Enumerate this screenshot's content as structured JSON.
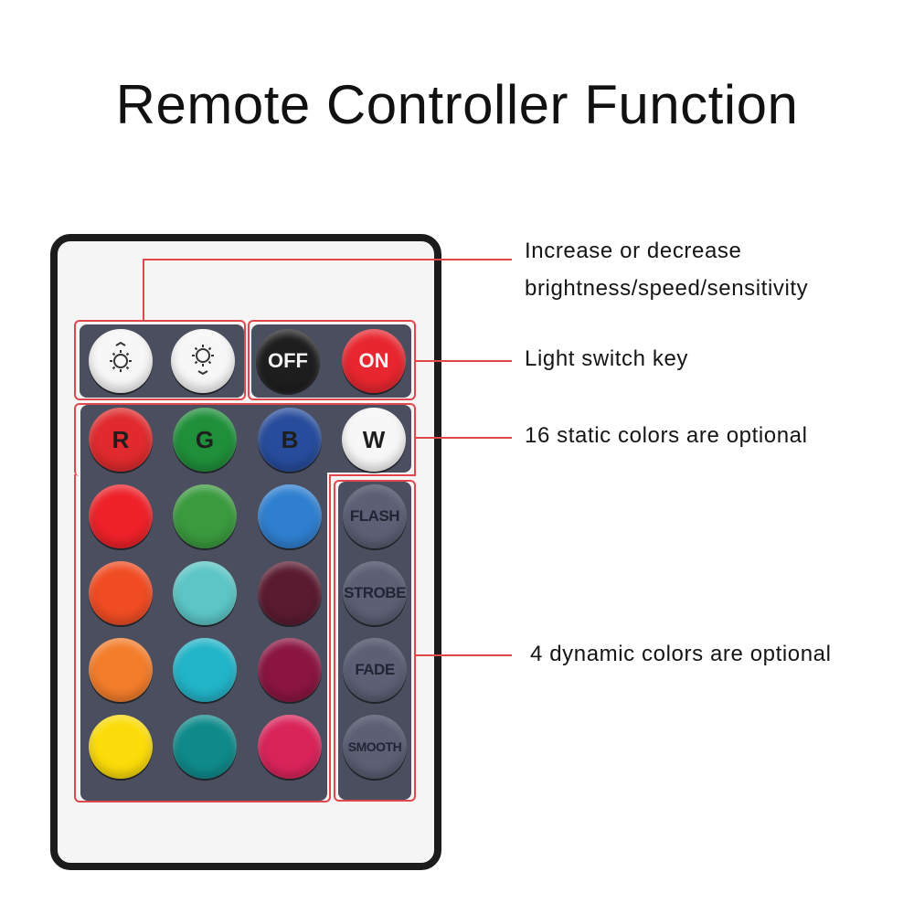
{
  "title": "Remote Controller Function",
  "brightness_buttons": [
    {
      "name": "brightness-down-icon",
      "direction": "up-arrows-above"
    },
    {
      "name": "brightness-up-icon",
      "direction": "down-arrows-below"
    }
  ],
  "switch_buttons": [
    {
      "label": "OFF",
      "color": "#1e1e1e"
    },
    {
      "label": "ON",
      "color": "#e8262f"
    }
  ],
  "letter_buttons": [
    {
      "label": "R",
      "color": "#e02a2d"
    },
    {
      "label": "G",
      "color": "#1f8f3a"
    },
    {
      "label": "B",
      "color": "#274c9c"
    },
    {
      "label": "W",
      "color": "#f7f7f7"
    }
  ],
  "color_buttons": [
    "#ee2129",
    "#3a9a3e",
    "#2f7fd0",
    "#f04c23",
    "#5cc6c6",
    "#5a1b30",
    "#f37d2b",
    "#22b4c8",
    "#8a1540",
    "#fbdc0a",
    "#0f8a8a",
    "#d9245a"
  ],
  "dynamic_buttons": [
    "FLASH",
    "STROBE",
    "FADE",
    "SMOOTH"
  ],
  "annotations": {
    "brightness_line1": "Increase or decrease",
    "brightness_line2": "brightness/speed/sensitivity",
    "switch": "Light switch key",
    "static": "16 static colors are optional",
    "dynamic": "4 dynamic colors are optional"
  },
  "colors": {
    "annotation_red": "#e0474c",
    "panel": "#4b4e5e",
    "frame": "#1c1c1c"
  }
}
